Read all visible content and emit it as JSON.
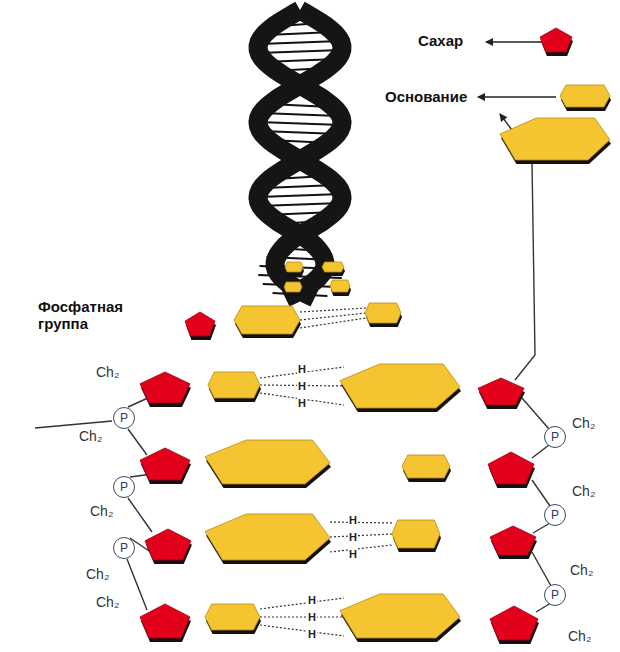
{
  "diagram": {
    "nodes": [
      {
        "text": [
          "P"
        ]
      },
      {
        "text": [
          "P"
        ]
      },
      {
        "text": [
          "P"
        ]
      },
      {
        "text": [
          "P"
        ]
      },
      {
        "text": [
          "P"
        ]
      },
      {
        "text": [
          "P"
        ]
      }
    ],
    "labels": [
      "Сахар",
      "Основание",
      "Фосфатная группа",
      "Ch₂",
      "Ch₂",
      "Ch₂",
      "Ch₂",
      "Ch₂",
      "Ch₂",
      "Ch₂",
      "Ch₂",
      "Ch₂",
      "H",
      "H",
      "H",
      "H",
      "H",
      "H",
      "H",
      "H",
      "H"
    ]
  }
}
